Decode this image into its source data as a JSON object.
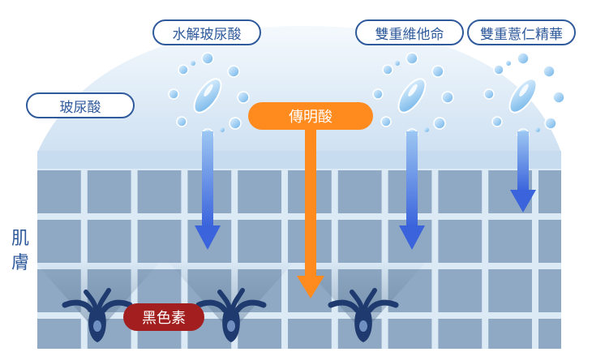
{
  "labels": {
    "hyaluronic_acid": "玻尿酸",
    "hydrolyzed_hyaluronic_acid": "水解玻尿酸",
    "tranexamic_acid": "傳明酸",
    "double_vitamin": "雙重維他命",
    "double_coix_essence": "雙重薏仁精華",
    "melanin": "黑色素",
    "skin": "肌膚"
  },
  "colors": {
    "outline_blue": "#2f5a9c",
    "arrow_blue": "#3f6fe0",
    "arrow_orange": "#ff8a1e",
    "melanin_red": "#a31f1f",
    "grid_cell": "#8fa9c4",
    "grid_line": "#dceaf6",
    "dome": "#d5e5f4"
  },
  "icons": [
    "droplet-cluster-icon",
    "melanocyte-icon"
  ]
}
